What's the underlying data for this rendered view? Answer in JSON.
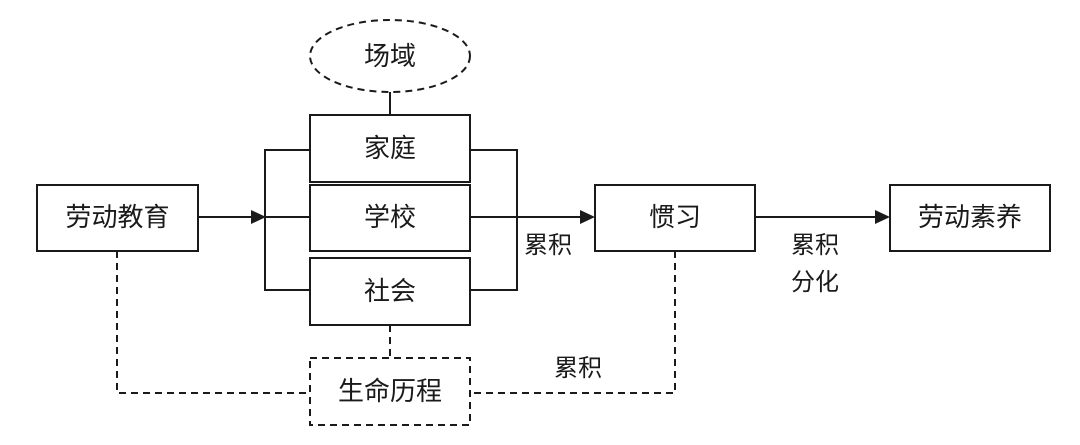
{
  "nodes": {
    "field": "场域",
    "labor_education": "劳动教育",
    "family": "家庭",
    "school": "学校",
    "society": "社会",
    "habitus": "惯习",
    "labor_literacy": "劳动素养",
    "life_course": "生命历程"
  },
  "edge_labels": {
    "contexts_to_habitus": "累积",
    "habitus_to_literacy": [
      "累积",
      "分化"
    ],
    "life_course_loop": "累积"
  },
  "colors": {
    "ink": "#1a1a1a",
    "background": "#ffffff"
  }
}
